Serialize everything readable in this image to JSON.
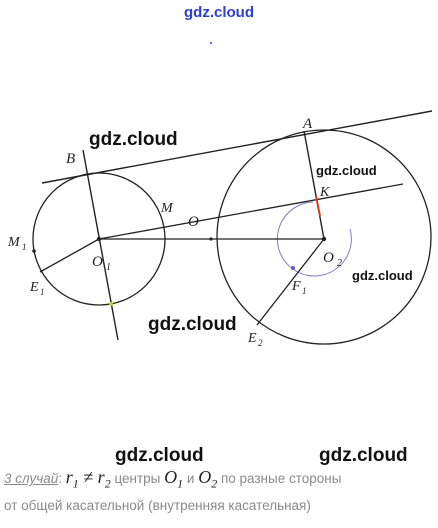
{
  "watermarks": {
    "top": "gdz.cloud",
    "w1": "gdz.cloud",
    "w2": "gdz.cloud",
    "w3": "gdz.cloud",
    "w4": "gdz.cloud",
    "w5": "gdz.cloud",
    "w6": "gdz.cloud"
  },
  "labels": {
    "B": "B",
    "A": "A",
    "M": "M",
    "M1": "M",
    "M1_sub": "1",
    "O": "O",
    "O1": "O",
    "O1_sub": "1",
    "O2": "O",
    "O2_sub": "2",
    "K": "K",
    "E1": "E",
    "E1_sub": "1",
    "E2": "E",
    "E2_sub": "2",
    "F": "F",
    "F_sub": "1"
  },
  "caption": {
    "case": "3 случай",
    "colon": ":",
    "r1": "r",
    "r1_sub": "1",
    "neq": " ≠ ",
    "r2": "r",
    "r2_sub": "2",
    "text1": " центры ",
    "o1": "O",
    "o1_sub": "1",
    "and": " и ",
    "o2": "O",
    "o2_sub": "2",
    "text2": " по разные стороны",
    "line2": "от общей касательной (внутренняя касательная)"
  },
  "colors": {
    "ink": "#222222",
    "accent_blue": "#2d3fd0",
    "arc_purple": "#8080c0",
    "highlight_red": "#d04020",
    "caption_gray": "#8a8a8a"
  }
}
